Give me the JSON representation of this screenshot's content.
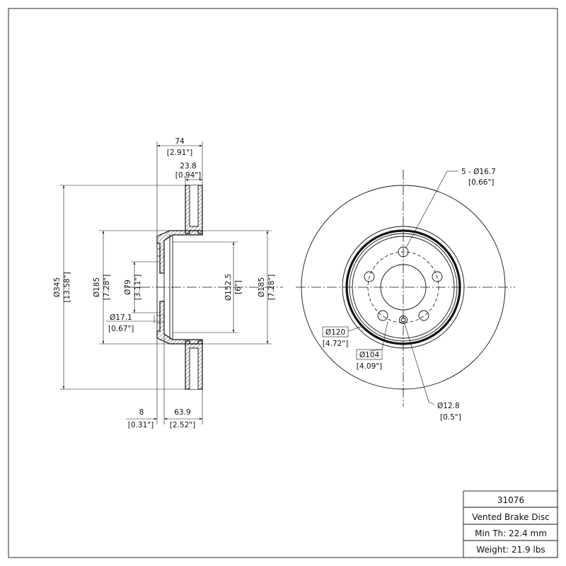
{
  "side_view": {
    "dim_overall_width": {
      "mm": "74",
      "in": "[2.91\"]"
    },
    "dim_friction_ring": {
      "mm": "23.8",
      "in": "[0.94\"]"
    },
    "dim_outer_dia": {
      "mm": "Ø345",
      "in": "[13.58\"]"
    },
    "dim_hat_dia_left": {
      "mm": "Ø185",
      "in": "[7.28\"]"
    },
    "dim_center_bore": {
      "mm": "Ø79",
      "in": "[3.11\"]"
    },
    "dim_hole": {
      "mm": "Ø17.1",
      "in": "[0.67\"]"
    },
    "dim_inner_dia": {
      "mm": "Ø152.5",
      "in": "[6\"]"
    },
    "dim_hat_dia_right": {
      "mm": "Ø185",
      "in": "[7.28\"]"
    },
    "dim_flange": {
      "mm": "8",
      "in": "[0.31\"]"
    },
    "dim_hat_height": {
      "mm": "63.9",
      "in": "[2.52\"]"
    }
  },
  "front_view": {
    "dim_bolt_holes": {
      "mm": "5 - Ø16.7",
      "in": "[0.66\"]"
    },
    "dim_pcd_outer": {
      "mm": "Ø120",
      "in": "[4.72\"]"
    },
    "dim_pcd_inner": {
      "mm": "Ø104",
      "in": "[4.09\"]"
    },
    "dim_small_hole": {
      "mm": "Ø12.8",
      "in": "[0.5\"]"
    }
  },
  "title_block": {
    "part_number": "31076",
    "description": "Vented Brake Disc",
    "min_thickness": "Min Th: 22.4 mm",
    "weight": "Weight: 21.9 lbs"
  }
}
